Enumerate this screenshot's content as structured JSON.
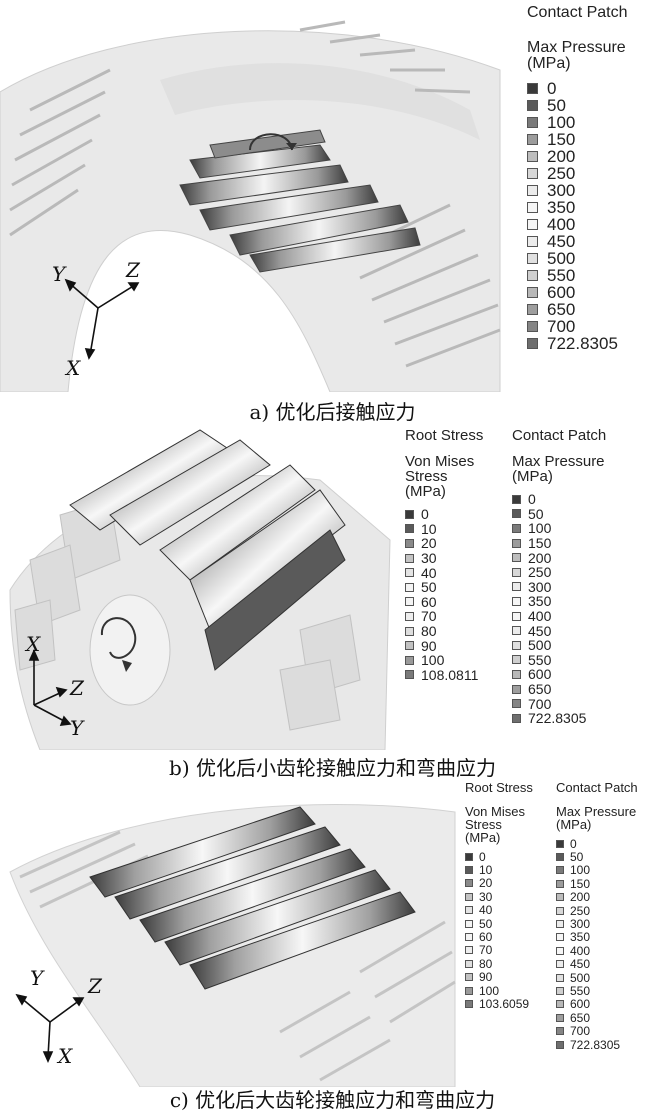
{
  "panels": [
    {
      "caption": "a) 优化后接触应力",
      "axes": [
        "Y",
        "Z",
        "X"
      ],
      "legends": [
        {
          "title": "Contact Patch",
          "subtitle": "Max Pressure\n(MPa)",
          "items": [
            {
              "label": "0",
              "color": "#3a3a3a"
            },
            {
              "label": "50",
              "color": "#5a5a5a"
            },
            {
              "label": "100",
              "color": "#7a7a7a"
            },
            {
              "label": "150",
              "color": "#9c9c9c"
            },
            {
              "label": "200",
              "color": "#bdbdbd"
            },
            {
              "label": "250",
              "color": "#d8d8d8"
            },
            {
              "label": "300",
              "color": "#ececec"
            },
            {
              "label": "350",
              "color": "#f6f6f6"
            },
            {
              "label": "400",
              "color": "#f6f6f6"
            },
            {
              "label": "450",
              "color": "#ececec"
            },
            {
              "label": "500",
              "color": "#e0e0e0"
            },
            {
              "label": "550",
              "color": "#cfcfcf"
            },
            {
              "label": "600",
              "color": "#b8b8b8"
            },
            {
              "label": "650",
              "color": "#9e9e9e"
            },
            {
              "label": "700",
              "color": "#858585"
            },
            {
              "label": "722.8305",
              "color": "#6e6e6e"
            }
          ]
        }
      ]
    },
    {
      "caption": "b) 优化后小齿轮接触应力和弯曲应力",
      "axes": [
        "X",
        "Z",
        "Y"
      ],
      "legends": [
        {
          "title": "Root Stress",
          "subtitle": "Von Mises\nStress\n(MPa)",
          "items": [
            {
              "label": "0",
              "color": "#3a3a3a"
            },
            {
              "label": "10",
              "color": "#5a5a5a"
            },
            {
              "label": "20",
              "color": "#8a8a8a"
            },
            {
              "label": "30",
              "color": "#c4c4c4"
            },
            {
              "label": "40",
              "color": "#e4e4e4"
            },
            {
              "label": "50",
              "color": "#f4f4f4"
            },
            {
              "label": "60",
              "color": "#f4f4f4"
            },
            {
              "label": "70",
              "color": "#eeeeee"
            },
            {
              "label": "80",
              "color": "#dedede"
            },
            {
              "label": "90",
              "color": "#c2c2c2"
            },
            {
              "label": "100",
              "color": "#9a9a9a"
            },
            {
              "label": "108.0811",
              "color": "#7a7a7a"
            }
          ]
        },
        {
          "title": "Contact Patch",
          "subtitle": "Max Pressure\n(MPa)",
          "items": [
            {
              "label": "0",
              "color": "#3a3a3a"
            },
            {
              "label": "50",
              "color": "#5a5a5a"
            },
            {
              "label": "100",
              "color": "#7a7a7a"
            },
            {
              "label": "150",
              "color": "#9c9c9c"
            },
            {
              "label": "200",
              "color": "#bdbdbd"
            },
            {
              "label": "250",
              "color": "#d8d8d8"
            },
            {
              "label": "300",
              "color": "#ececec"
            },
            {
              "label": "350",
              "color": "#f6f6f6"
            },
            {
              "label": "400",
              "color": "#f6f6f6"
            },
            {
              "label": "450",
              "color": "#ececec"
            },
            {
              "label": "500",
              "color": "#e0e0e0"
            },
            {
              "label": "550",
              "color": "#cfcfcf"
            },
            {
              "label": "600",
              "color": "#b8b8b8"
            },
            {
              "label": "650",
              "color": "#9e9e9e"
            },
            {
              "label": "700",
              "color": "#858585"
            },
            {
              "label": "722.8305",
              "color": "#6e6e6e"
            }
          ]
        }
      ]
    },
    {
      "caption": "c) 优化后大齿轮接触应力和弯曲应力",
      "axes": [
        "Y",
        "Z",
        "X"
      ],
      "legends": [
        {
          "title": "Root Stress",
          "subtitle": "Von Mises\nStress\n(MPa)",
          "items": [
            {
              "label": "0",
              "color": "#3a3a3a"
            },
            {
              "label": "10",
              "color": "#5a5a5a"
            },
            {
              "label": "20",
              "color": "#8a8a8a"
            },
            {
              "label": "30",
              "color": "#c4c4c4"
            },
            {
              "label": "40",
              "color": "#e4e4e4"
            },
            {
              "label": "50",
              "color": "#f4f4f4"
            },
            {
              "label": "60",
              "color": "#f4f4f4"
            },
            {
              "label": "70",
              "color": "#eeeeee"
            },
            {
              "label": "80",
              "color": "#dedede"
            },
            {
              "label": "90",
              "color": "#c2c2c2"
            },
            {
              "label": "100",
              "color": "#9a9a9a"
            },
            {
              "label": "103.6059",
              "color": "#7a7a7a"
            }
          ]
        },
        {
          "title": "Contact Patch",
          "subtitle": "Max Pressure\n(MPa)",
          "items": [
            {
              "label": "0",
              "color": "#3a3a3a"
            },
            {
              "label": "50",
              "color": "#5a5a5a"
            },
            {
              "label": "100",
              "color": "#7a7a7a"
            },
            {
              "label": "150",
              "color": "#9c9c9c"
            },
            {
              "label": "200",
              "color": "#bdbdbd"
            },
            {
              "label": "250",
              "color": "#d8d8d8"
            },
            {
              "label": "300",
              "color": "#ececec"
            },
            {
              "label": "350",
              "color": "#f6f6f6"
            },
            {
              "label": "400",
              "color": "#f6f6f6"
            },
            {
              "label": "450",
              "color": "#ececec"
            },
            {
              "label": "500",
              "color": "#e0e0e0"
            },
            {
              "label": "550",
              "color": "#cfcfcf"
            },
            {
              "label": "600",
              "color": "#b8b8b8"
            },
            {
              "label": "650",
              "color": "#9e9e9e"
            },
            {
              "label": "700",
              "color": "#858585"
            },
            {
              "label": "722.8305",
              "color": "#6e6e6e"
            }
          ]
        }
      ]
    }
  ]
}
